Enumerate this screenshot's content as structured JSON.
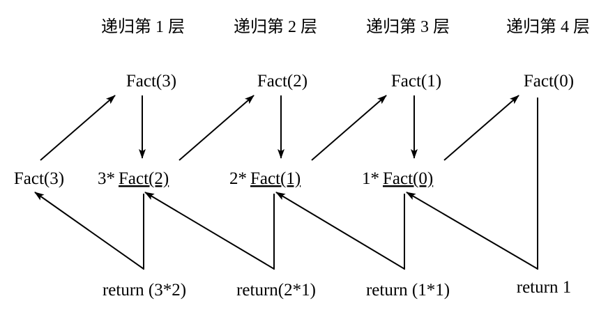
{
  "headers": [
    "递归第 1 层",
    "递归第 2 层",
    "递归第 3 层",
    "递归第 4 层"
  ],
  "top_calls": [
    "Fact(3)",
    "Fact(2)",
    "Fact(1)",
    "Fact(0)"
  ],
  "initial_call": "Fact(3)",
  "middle": [
    {
      "prefix": "3*",
      "call": "Fact(2)"
    },
    {
      "prefix": "2*",
      "call": "Fact(1)"
    },
    {
      "prefix": "1*",
      "call": "Fact(0)"
    }
  ],
  "returns": [
    "return (3*2)",
    "return(2*1)",
    "return (1*1)",
    "return 1"
  ]
}
